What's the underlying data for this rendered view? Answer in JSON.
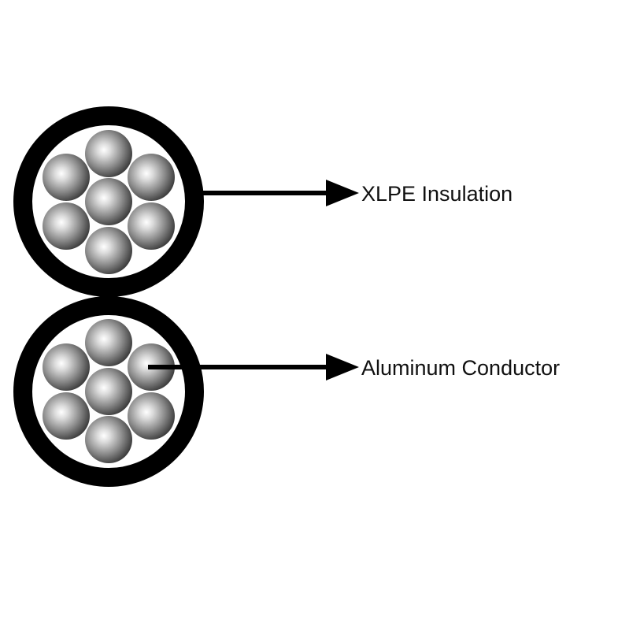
{
  "labels": {
    "insulation": "XLPE Insulation",
    "conductor": "Aluminum Conductor"
  },
  "colors": {
    "insulation_ring": "#000000",
    "strand_highlight": "#ffffff",
    "strand_mid": "#9a9a9a",
    "strand_edge": "#3c3c3c",
    "arrow": "#000000",
    "label_text": "#111111"
  },
  "cores": [
    {
      "name": "upper-core",
      "strand_count": 7
    },
    {
      "name": "lower-core",
      "strand_count": 7
    }
  ]
}
